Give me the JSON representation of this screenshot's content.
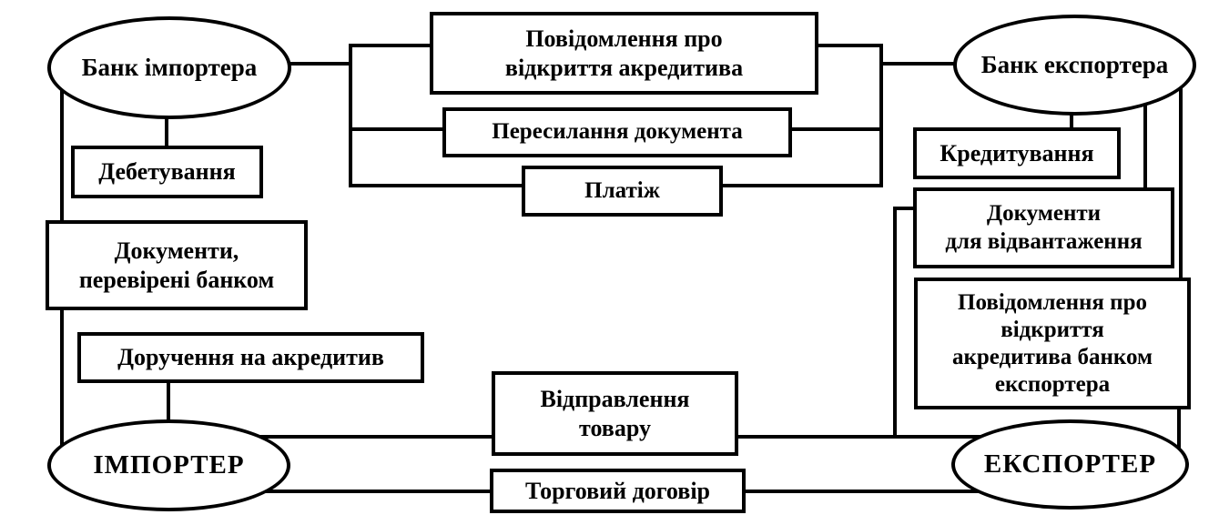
{
  "ellipses": {
    "bank_importer": "Банк імпортера",
    "bank_exporter": "Банк експортера",
    "importer": "ІМПОРТЕР",
    "exporter": "ЕКСПОРТЕР"
  },
  "boxes": {
    "notice_opening": "Повідомлення про\nвідкриття акредитива",
    "forwarding_document": "Пересилання документа",
    "payment": "Платіж",
    "debiting": "Дебетування",
    "documents_verified": "Документи,\nперевірені банком",
    "credit_order": "Доручення на акредитив",
    "goods_dispatch": "Відправлення\nтовару",
    "trade_agreement": "Торговий договір",
    "crediting": "Кредитування",
    "shipping_documents": "Документи\nдля відвантаження",
    "notice_opening_by_exporter_bank": "Повідомлення про\nвідкриття\nакредитива банком\nекспортера"
  },
  "colors": {
    "line": "#000000",
    "background": "#ffffff"
  }
}
